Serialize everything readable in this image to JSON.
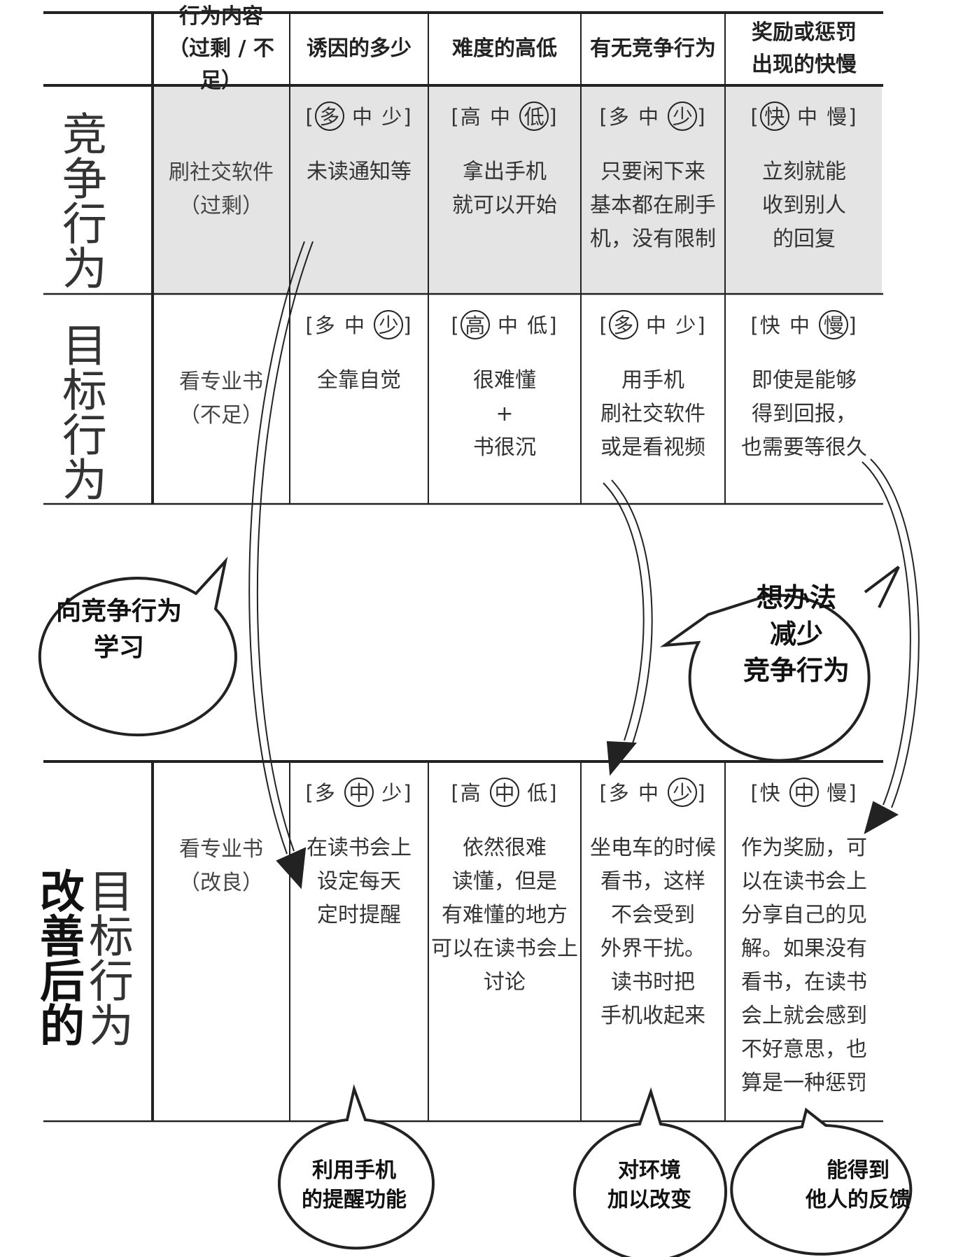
{
  "header": {
    "col1": "行为内容\n（过剩 / 不足）",
    "col2": "诱因的多少",
    "col3": "难度的高低",
    "col4": "有无竞争行为",
    "col5": "奖励或惩罚\n出现的快慢"
  },
  "row_labels": {
    "competing": "竞争行为",
    "target": "目标行为",
    "improved_a": "改善后的",
    "improved_b": "目标行为"
  },
  "rows": {
    "competing": {
      "content": "刷社交软件\n（过剩）",
      "scales": [
        {
          "open": "[",
          "parts": [
            "多",
            "中",
            "少"
          ],
          "selected": 0,
          "close": "]"
        },
        {
          "open": "[",
          "parts": [
            "高",
            "中",
            "低"
          ],
          "selected": 2,
          "close": "]"
        },
        {
          "open": "[",
          "parts": [
            "多",
            "中",
            "少"
          ],
          "selected": 2,
          "close": "]"
        },
        {
          "open": "[",
          "parts": [
            "快",
            "中",
            "慢"
          ],
          "selected": 0,
          "close": "]"
        }
      ],
      "texts": [
        "未读通知等",
        "拿出手机\n就可以开始",
        "只要闲下来\n基本都在刷手\n机，没有限制",
        "立刻就能\n收到别人\n的回复"
      ]
    },
    "target": {
      "content": "看专业书\n（不足）",
      "scales": [
        {
          "open": "[",
          "parts": [
            "多",
            "中",
            "少"
          ],
          "selected": 2,
          "close": "]"
        },
        {
          "open": "[",
          "parts": [
            "高",
            "中",
            "低"
          ],
          "selected": 0,
          "close": "]"
        },
        {
          "open": "[",
          "parts": [
            "多",
            "中",
            "少"
          ],
          "selected": 0,
          "close": "]"
        },
        {
          "open": "[",
          "parts": [
            "快",
            "中",
            "慢"
          ],
          "selected": 2,
          "close": "]"
        }
      ],
      "texts": [
        "全靠自觉",
        "很难懂\n+\n书很沉",
        "用手机\n刷社交软件\n或是看视频",
        "即使是能够\n得到回报，\n也需要等很久"
      ]
    },
    "improved": {
      "content": "看专业书\n（改良）",
      "scales": [
        {
          "open": "[",
          "parts": [
            "多",
            "中",
            "少"
          ],
          "selected": 1,
          "close": "]"
        },
        {
          "open": "[",
          "parts": [
            "高",
            "中",
            "低"
          ],
          "selected": 1,
          "close": "]"
        },
        {
          "open": "[",
          "parts": [
            "多",
            "中",
            "少"
          ],
          "selected": 2,
          "close": "]"
        },
        {
          "open": "[",
          "parts": [
            "快",
            "中",
            "慢"
          ],
          "selected": 1,
          "close": "]"
        }
      ],
      "texts": [
        "在读书会上\n设定每天\n定时提醒",
        "依然很难\n读懂，但是\n有难懂的地方\n可以在读书会上\n讨论",
        "坐电车的时候\n看书，这样\n不会受到\n外界干扰。\n读书时把\n手机收起来",
        "作为奖励，可\n以在读书会上\n分享自己的见\n解。如果没有\n看书，在读书\n会上就会感到\n不好意思，也\n算是一种惩罚"
      ]
    }
  },
  "bubbles": {
    "learn": "向竞争行为\n学习",
    "reduce": "想办法\n减少\n竞争行为",
    "reminder": "利用手机\n的提醒功能",
    "environment": "对环境\n加以改变",
    "feedback": "能得到\n他人的反馈"
  },
  "colors": {
    "competing_row_bg": "#e4e4e4",
    "line": "#222222"
  }
}
